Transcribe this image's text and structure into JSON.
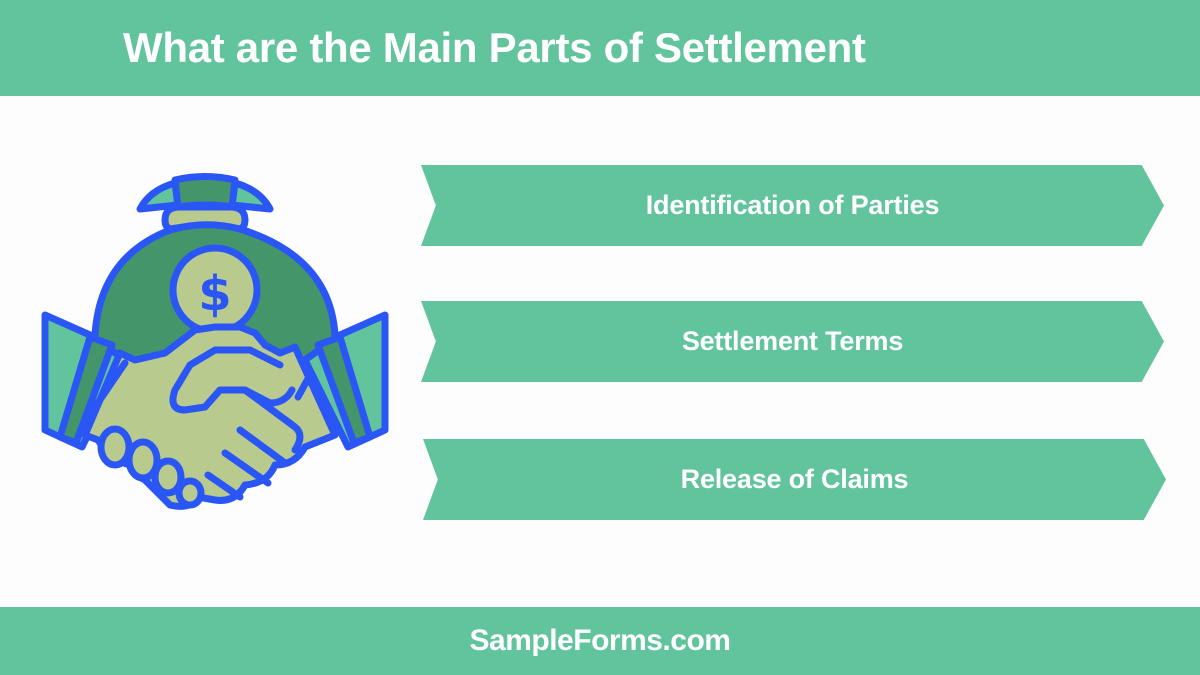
{
  "header": {
    "title": "What are the Main Parts of Settlement"
  },
  "illustration": {
    "icon": "handshake-money-bag-icon",
    "symbol": "$"
  },
  "parts": [
    {
      "label": "Identification of Parties"
    },
    {
      "label": "Settlement Terms"
    },
    {
      "label": "Release of Claims"
    }
  ],
  "footer": {
    "brand": "SampleForms.com"
  },
  "colors": {
    "primary_green": "#62c49c",
    "dark_green": "#44966a",
    "light_olive": "#b9ca8e",
    "outline_blue": "#2b56f6",
    "background": "#fdfdfd",
    "text": "#ffffff"
  }
}
